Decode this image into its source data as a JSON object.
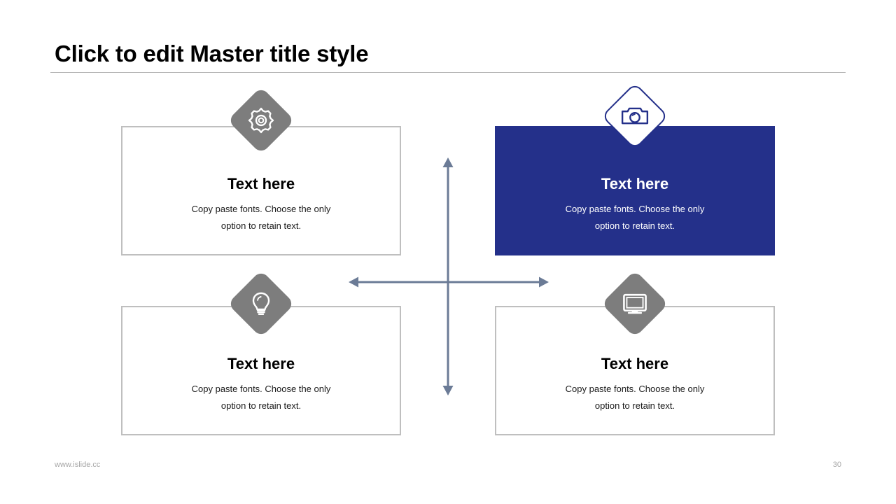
{
  "slide": {
    "title": "Click to edit Master title style",
    "background_color": "#ffffff"
  },
  "theme": {
    "accent_navy": "#24308a",
    "icon_gray": "#7d7d7d",
    "card_border": "#bfbfbf",
    "arrow_color": "#6b7b96",
    "footer_gray": "#a6a6a6"
  },
  "quadrants": [
    {
      "id": "top-left",
      "icon": "gear-icon",
      "badge_style": "gray-diamond",
      "style": "outline",
      "title": "Text here",
      "body_line1": "Copy paste fonts. Choose the only",
      "body_line2": "option to retain text."
    },
    {
      "id": "top-right",
      "icon": "camera-icon",
      "badge_style": "white-diamond",
      "style": "filled",
      "title": "Text here",
      "body_line1": "Copy paste fonts. Choose the only",
      "body_line2": "option to retain text."
    },
    {
      "id": "bottom-left",
      "icon": "lightbulb-icon",
      "badge_style": "gray-diamond",
      "style": "outline",
      "title": "Text here",
      "body_line1": "Copy paste fonts. Choose the only",
      "body_line2": "option to retain text."
    },
    {
      "id": "bottom-right",
      "icon": "monitor-icon",
      "badge_style": "gray-diamond",
      "style": "outline",
      "title": "Text here",
      "body_line1": "Copy paste fonts. Choose the only",
      "body_line2": "option to retain text."
    }
  ],
  "center": {
    "vertical_arrow": "double-headed-vertical-arrow",
    "horizontal_arrow": "double-headed-horizontal-arrow"
  },
  "footer": {
    "url": "www.islide.cc",
    "page_number": "30"
  }
}
